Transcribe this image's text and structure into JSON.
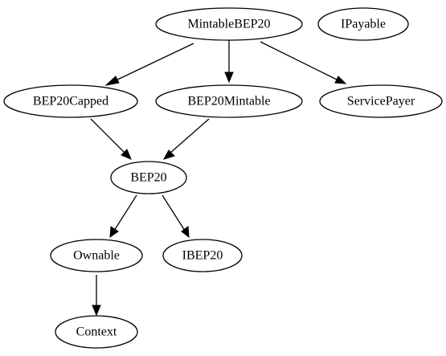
{
  "graph": {
    "nodes": [
      {
        "id": "MintableBEP20",
        "label": "MintableBEP20"
      },
      {
        "id": "IPayable",
        "label": "IPayable"
      },
      {
        "id": "BEP20Capped",
        "label": "BEP20Capped"
      },
      {
        "id": "BEP20Mintable",
        "label": "BEP20Mintable"
      },
      {
        "id": "ServicePayer",
        "label": "ServicePayer"
      },
      {
        "id": "BEP20",
        "label": "BEP20"
      },
      {
        "id": "Ownable",
        "label": "Ownable"
      },
      {
        "id": "IBEP20",
        "label": "IBEP20"
      },
      {
        "id": "Context",
        "label": "Context"
      }
    ],
    "edges": [
      {
        "from": "MintableBEP20",
        "to": "BEP20Capped"
      },
      {
        "from": "MintableBEP20",
        "to": "BEP20Mintable"
      },
      {
        "from": "MintableBEP20",
        "to": "ServicePayer"
      },
      {
        "from": "BEP20Capped",
        "to": "BEP20"
      },
      {
        "from": "BEP20Mintable",
        "to": "BEP20"
      },
      {
        "from": "BEP20",
        "to": "Ownable"
      },
      {
        "from": "BEP20",
        "to": "IBEP20"
      },
      {
        "from": "Ownable",
        "to": "Context"
      }
    ]
  }
}
